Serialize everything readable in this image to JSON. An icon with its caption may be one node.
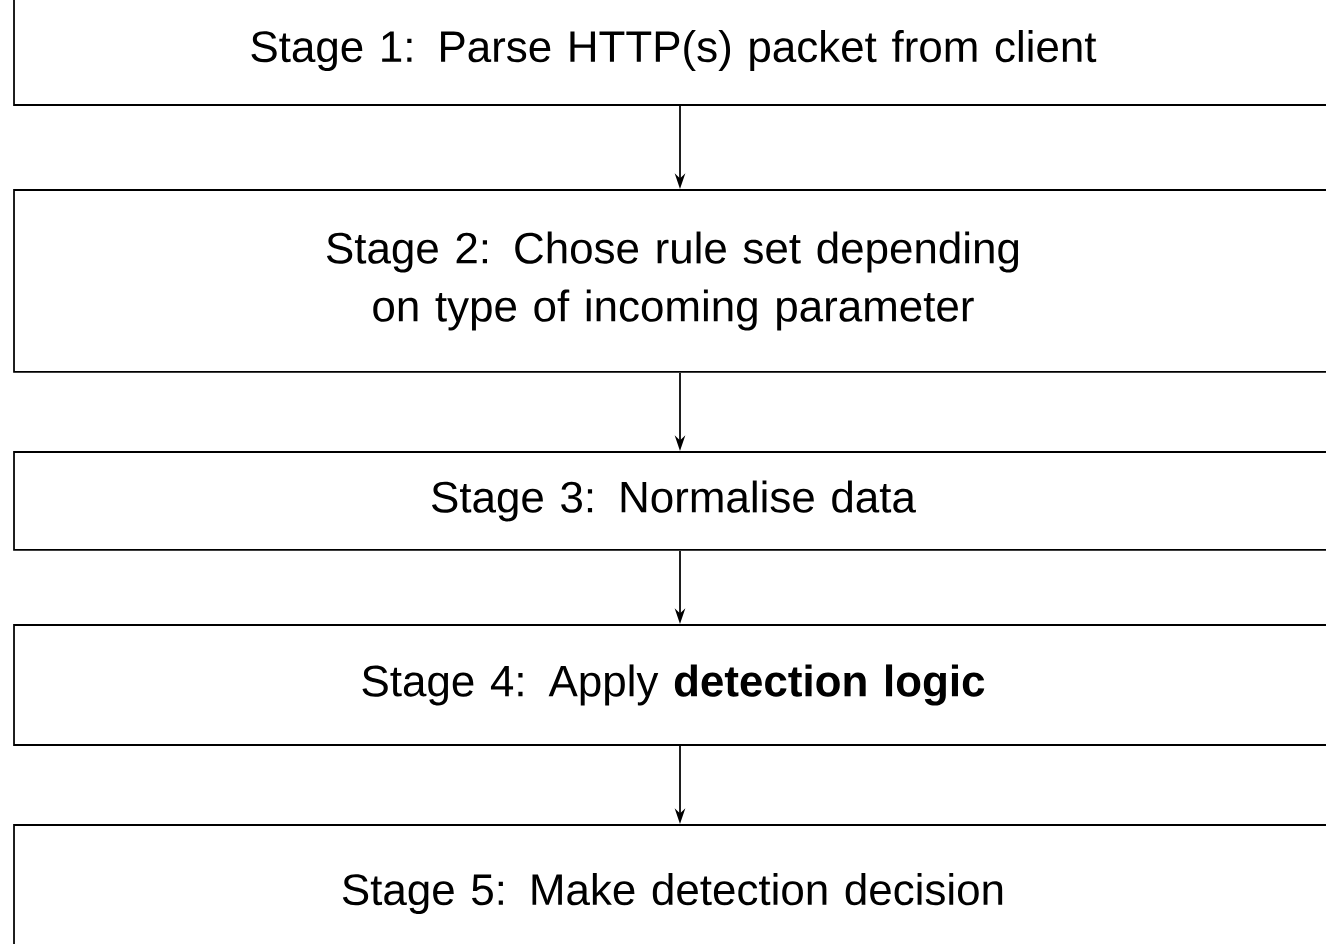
{
  "diagram": {
    "nodes": [
      {
        "text": [
          "Stage 1: Parse HTTP(s) packet from client"
        ]
      },
      {
        "text": [
          "Stage 2: Chose rule set depending on type of incoming parameter"
        ]
      },
      {
        "text": [
          "Stage 3: Normalise data"
        ]
      },
      {
        "text": [
          "Stage 4: Apply **detection logic**"
        ]
      },
      {
        "text": [
          "Stage 5: Make detection decision"
        ]
      }
    ],
    "edges": [
      {
        "from": 0,
        "to": 1,
        "arrow": "to"
      },
      {
        "from": 1,
        "to": 2,
        "arrow": "to"
      },
      {
        "from": 2,
        "to": 3,
        "arrow": "to"
      },
      {
        "from": 3,
        "to": 4,
        "arrow": "to"
      }
    ]
  }
}
